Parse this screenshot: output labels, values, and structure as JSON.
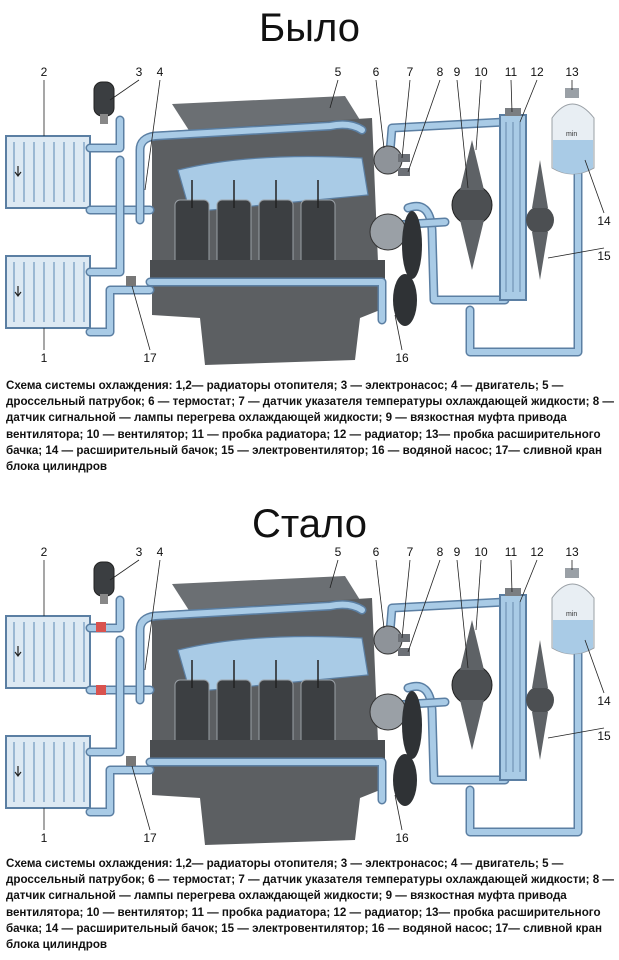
{
  "headings": {
    "before": "Было",
    "after": "Стало"
  },
  "labels": [
    "1",
    "2",
    "3",
    "4",
    "5",
    "6",
    "7",
    "8",
    "9",
    "10",
    "11",
    "12",
    "13",
    "14",
    "15",
    "16",
    "17"
  ],
  "tank_mark": "min",
  "caption": "Схема системы охлаждения: 1,2— радиаторы отопителя; 3 — электронасос; 4 — двигатель; 5 — дроссельный патрубок; 6 — термостат; 7 — датчик указателя температуры охлаждающей жидкости; 8 — датчик сигнальной — лампы перегрева охлаждающей жидкости; 9 — вязкостная муфта привода вентилятора; 10 — вентилятор; 11 — пробка радиатора; 12 — радиатор; 13— пробка расширительного бачка; 14 — расширительный бачок; 15 — электровентилятор; 16 — водяной насос; 17— сливной кран блока цилиндров",
  "colors": {
    "coolant": "#a9cbe6",
    "pipe_outline": "#5b7fa3",
    "engine": "#5c5f62",
    "engine_dark": "#3c3f42",
    "heater_core": "#cfe0ee",
    "highlight": "#d9534f"
  }
}
